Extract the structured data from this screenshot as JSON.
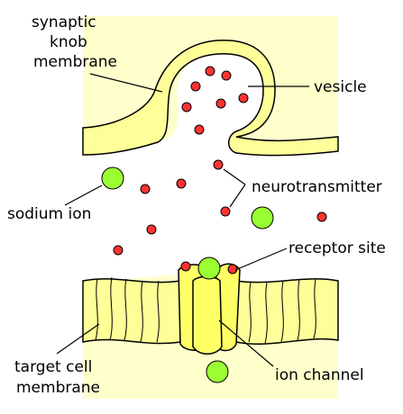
{
  "diagram": {
    "labels": {
      "synaptic_knob_line1": "synaptic",
      "synaptic_knob_line2": "knob",
      "synaptic_knob_line3": "membrane",
      "vesicle": "vesicle",
      "neurotransmitter": "neurotransmitter",
      "sodium_ion": "sodium ion",
      "receptor_site": "receptor site",
      "target_cell_line1": "target cell",
      "target_cell_line2": "membrane",
      "ion_channel": "ion channel"
    },
    "colors": {
      "background_fill": "#ffffcc",
      "membrane_fill": "#ffff99",
      "channel_fill": "#ffff66",
      "neurotransmitter": "#ff3333",
      "sodium_ion": "#99ff33",
      "outline": "#000000"
    }
  }
}
